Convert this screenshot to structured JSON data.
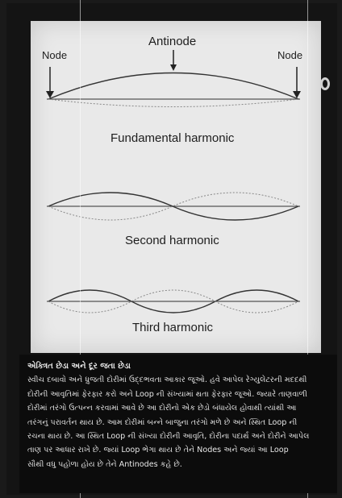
{
  "diagram": {
    "antinode_label": "Antinode",
    "node_left_label": "Node",
    "node_right_label": "Node",
    "fundamental_label": "Fundamental harmonic",
    "second_label": "Second harmonic",
    "third_label": "Third harmonic"
  },
  "caption": {
    "heading": "એક્ત્રિત છેડા અને દૂર જતા છેડા",
    "lines": [
      "સ્વીચ દબાવો અને ધ્રુજતી દોરીમાં ઉદ્દભવતા આકાર જૂઓ. હવે આપેલ રેગ્યુલેટરની મદદથી",
      "દોરીની આવૃતિમાં ફેરફાર કરો અને Loop ની સંખ્યામાં થતા ફેરફાર જૂઓ. જ્યારે તાણવાળી",
      "દોરીમાં તરંગો ઉત્પન્ન કરવામાં આવે છે આ દોરીનો એક છેડો બંધાયેલ હોવાથી ત્યાંથી આ",
      "તરંગનું પરાવર્તન થાય છે. આમ દોરીમાં બન્ને બાજુના તરંગો મળે છે અને સ્થિત Loop ની",
      "રચના થાય છે. આ સ્થિત Loop ની સંખ્યા દોરીની આવૃતિ, દોરીના પદાર્થ અને દોરીને આપેલ",
      "તાણ પર આધાર રાખે છે. જ્યાં Loop ભેગા થાય છે  તેને Nodes અને જ્યાં આ Loop",
      "સૌથી વધુ પહોળા હોય છે તેને Antinodes કહે છે."
    ]
  }
}
